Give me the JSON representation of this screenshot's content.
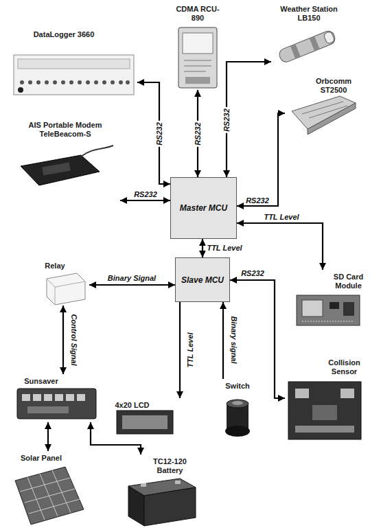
{
  "diagram": {
    "nodes": [
      {
        "text": [
          "DataLogger 3660"
        ]
      },
      {
        "text": [
          "CDMA RCU-890"
        ]
      },
      {
        "text": [
          "Weather Station LB150"
        ]
      },
      {
        "text": [
          "Orbcomm ST2500"
        ]
      },
      {
        "text": [
          "AIS Portable Modem TeleBeacom-S"
        ]
      },
      {
        "text": [
          "Master MCU"
        ]
      },
      {
        "text": [
          "SD Card Module"
        ]
      },
      {
        "text": [
          "Relay"
        ]
      },
      {
        "text": [
          "Slave MCU"
        ]
      },
      {
        "text": [
          "Collision Sensor"
        ]
      },
      {
        "text": [
          "Sunsaver"
        ]
      },
      {
        "text": [
          "4x20 LCD"
        ]
      },
      {
        "text": [
          "Switch"
        ]
      },
      {
        "text": [
          "Solar Panel"
        ]
      },
      {
        "text": [
          "TC12-120 Battery"
        ]
      }
    ],
    "edges": [
      {
        "from": 0,
        "to": 5,
        "label": "RS232",
        "arrow": "both"
      },
      {
        "from": 1,
        "to": 5,
        "label": "RS232",
        "arrow": "both"
      },
      {
        "from": 5,
        "to": 2,
        "label": "RS232",
        "arrow": "both"
      },
      {
        "from": 5,
        "to": 3,
        "label": "RS232",
        "arrow": "both"
      },
      {
        "from": 4,
        "to": 5,
        "label": "RS232",
        "arrow": "both"
      },
      {
        "from": 5,
        "to": 6,
        "label": "TTL Level",
        "arrow": "both"
      },
      {
        "from": 5,
        "to": 8,
        "label": "TTL Level",
        "arrow": "both"
      },
      {
        "from": 8,
        "to": 7,
        "label": "Binary Signal",
        "arrow": "both"
      },
      {
        "from": 8,
        "to": 11,
        "label": "TTL Level",
        "arrow": "to"
      },
      {
        "from": 12,
        "to": 8,
        "label": "Binary signal",
        "arrow": "to"
      },
      {
        "from": 8,
        "to": 9,
        "label": "RS232",
        "arrow": "both"
      },
      {
        "from": 7,
        "to": 10,
        "label": "Control Signal",
        "arrow": "both"
      },
      {
        "from": 10,
        "to": 13,
        "arrow": "both"
      },
      {
        "from": 10,
        "to": 14,
        "arrow": "both"
      }
    ]
  }
}
